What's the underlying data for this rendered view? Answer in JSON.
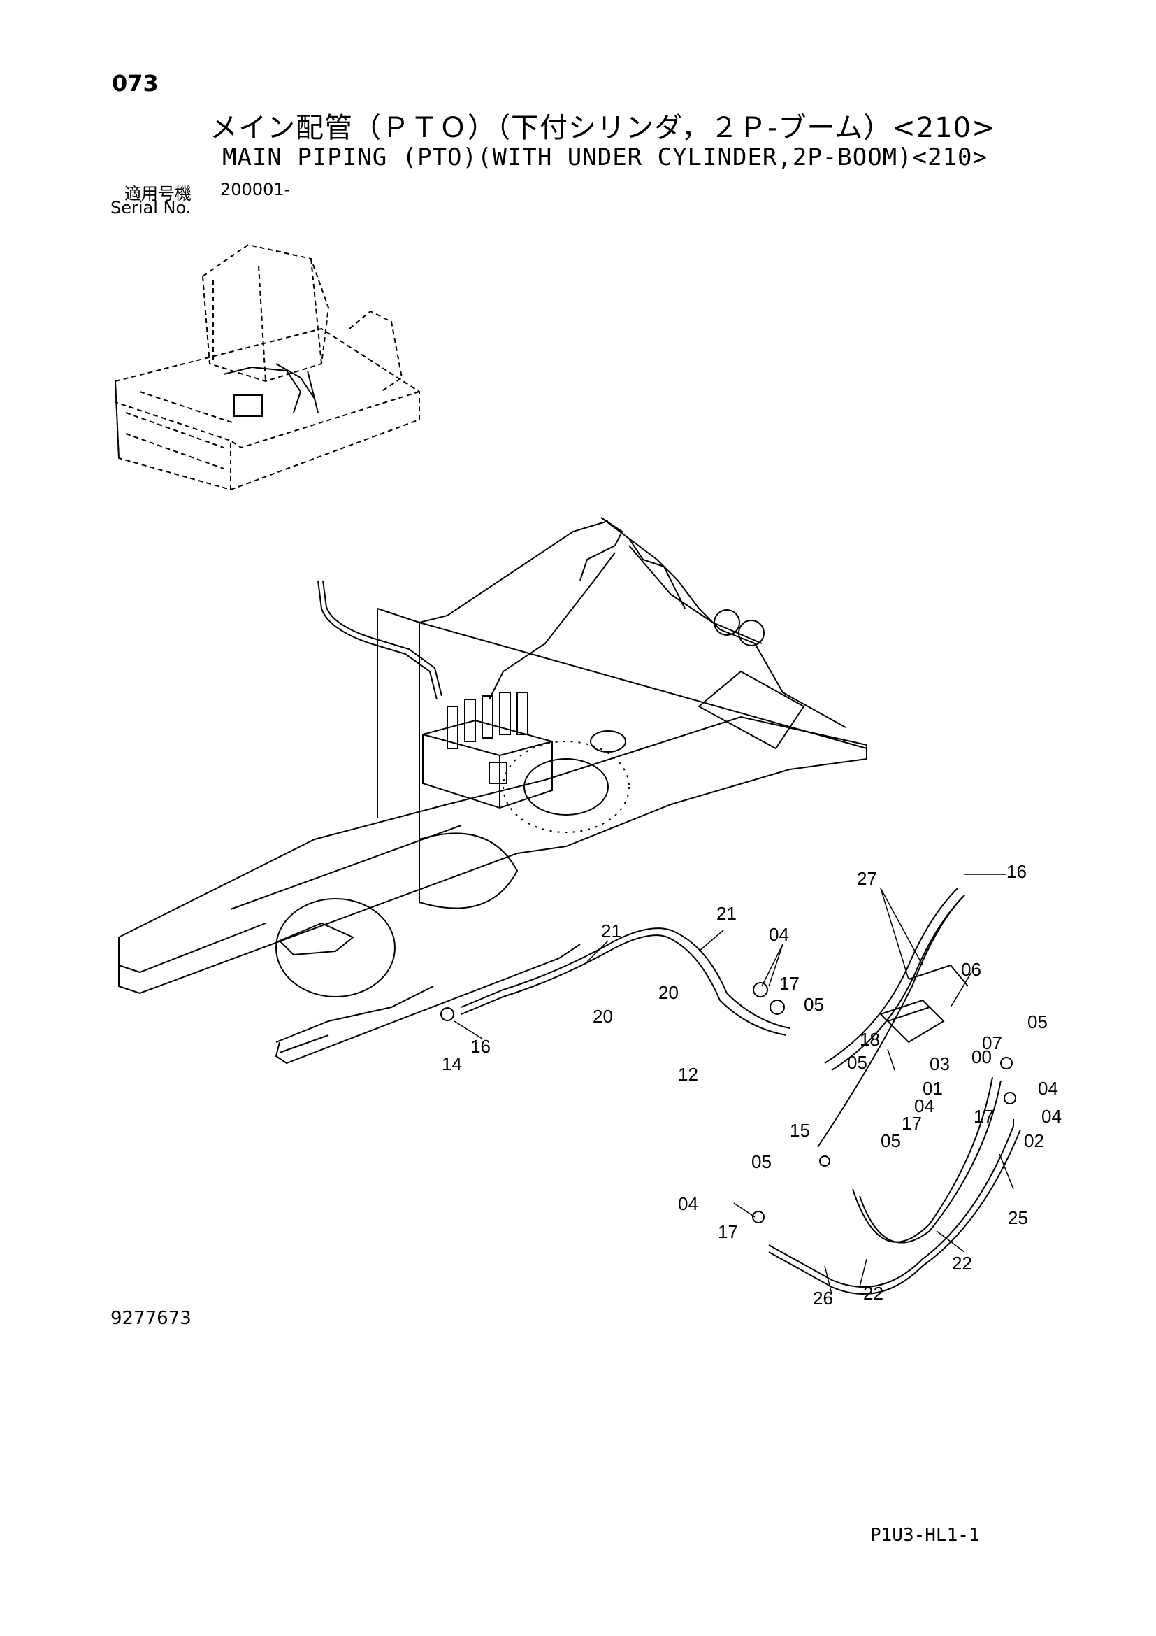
{
  "header": {
    "page_number": "073",
    "title_jp": "メイン配管（ＰＴＯ）（下付シリンダ，２Ｐ-ブーム）<210>",
    "title_en": "MAIN PIPING (PTO)(WITH UNDER CYLINDER,2P-BOOM)<210>",
    "serial_label_jp": "適用号機",
    "serial_value": "200001-",
    "serial_label_en": "Serial No."
  },
  "footer": {
    "doc_number": "9277673",
    "page_code": "P1U3-HL1-1"
  },
  "callouts": [
    "27",
    "16",
    "21",
    "21",
    "04",
    "17",
    "05",
    "20",
    "20",
    "06",
    "05",
    "07",
    "18",
    "03",
    "00",
    "05",
    "01",
    "04",
    "04",
    "17",
    "04",
    "17",
    "05",
    "02",
    "16",
    "14",
    "12",
    "15",
    "05",
    "04",
    "17",
    "25",
    "22",
    "22",
    "26"
  ]
}
